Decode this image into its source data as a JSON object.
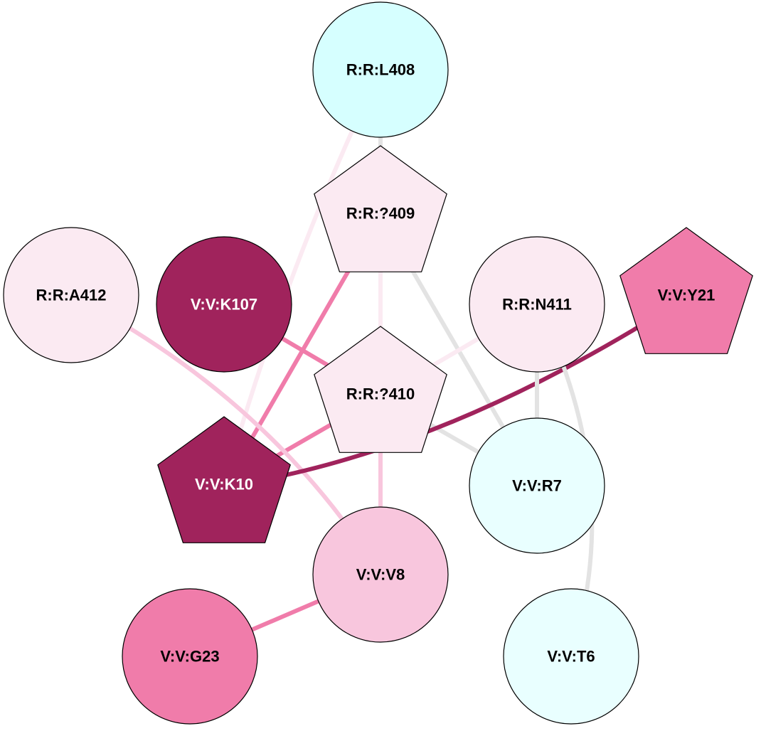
{
  "colors": {
    "dark": "#a0235c",
    "pink": "#f07caa",
    "light_pink": "#fbeaf2",
    "mid_pink": "#f8c6dd",
    "cyan": "#d6ffff",
    "light_cyan": "#e9ffff",
    "gray": "#e3e3e3"
  },
  "nodes": [
    {
      "id": "L408",
      "label": "R:R:L408",
      "shape": "circle",
      "fill": "#d6ffff",
      "text": "#000"
    },
    {
      "id": "Q409",
      "label": "R:R:?409",
      "shape": "pentagon",
      "fill": "#fbeaf2",
      "text": "#000"
    },
    {
      "id": "A412",
      "label": "R:R:A412",
      "shape": "circle",
      "fill": "#fbeaf2",
      "text": "#000"
    },
    {
      "id": "K107",
      "label": "V:V:K107",
      "shape": "circle",
      "fill": "#a0235c",
      "text": "#fff"
    },
    {
      "id": "N411",
      "label": "R:R:N411",
      "shape": "circle",
      "fill": "#fbeaf2",
      "text": "#000"
    },
    {
      "id": "Y21",
      "label": "V:V:Y21",
      "shape": "pentagon",
      "fill": "#f07caa",
      "text": "#000"
    },
    {
      "id": "Q410",
      "label": "R:R:?410",
      "shape": "pentagon",
      "fill": "#fbeaf2",
      "text": "#000"
    },
    {
      "id": "K10",
      "label": "V:V:K10",
      "shape": "pentagon",
      "fill": "#a0235c",
      "text": "#fff"
    },
    {
      "id": "R7",
      "label": "V:V:R7",
      "shape": "circle",
      "fill": "#e9ffff",
      "text": "#000"
    },
    {
      "id": "V8",
      "label": "V:V:V8",
      "shape": "circle",
      "fill": "#f8c6dd",
      "text": "#000"
    },
    {
      "id": "G23",
      "label": "V:V:G23",
      "shape": "circle",
      "fill": "#f07caa",
      "text": "#000"
    },
    {
      "id": "T6",
      "label": "V:V:T6",
      "shape": "circle",
      "fill": "#e9ffff",
      "text": "#000"
    }
  ],
  "edges": [
    {
      "from": "L408",
      "to": "Q409",
      "color": "#e3e3e3"
    },
    {
      "from": "L408",
      "to": "K10",
      "color": "#fbeaf2",
      "curve": true
    },
    {
      "from": "Q409",
      "to": "K10",
      "color": "#f07caa"
    },
    {
      "from": "Q409",
      "to": "Q410",
      "color": "#fbeaf2"
    },
    {
      "from": "Q409",
      "to": "R7",
      "color": "#e3e3e3"
    },
    {
      "from": "K107",
      "to": "Q410",
      "color": "#f07caa"
    },
    {
      "from": "Q410",
      "to": "N411",
      "color": "#fbeaf2"
    },
    {
      "from": "Q410",
      "to": "K10",
      "color": "#f07caa"
    },
    {
      "from": "Q410",
      "to": "V8",
      "color": "#f8c6dd"
    },
    {
      "from": "Q410",
      "to": "R7",
      "color": "#e3e3e3"
    },
    {
      "from": "A412",
      "to": "V8",
      "color": "#f8c6dd",
      "curve": true
    },
    {
      "from": "Y21",
      "to": "K10",
      "color": "#a0235c",
      "curve": true
    },
    {
      "from": "N411",
      "to": "R7",
      "color": "#e3e3e3"
    },
    {
      "from": "N411",
      "to": "T6",
      "color": "#e3e3e3",
      "curve": true
    },
    {
      "from": "V8",
      "to": "G23",
      "color": "#f07caa"
    }
  ]
}
